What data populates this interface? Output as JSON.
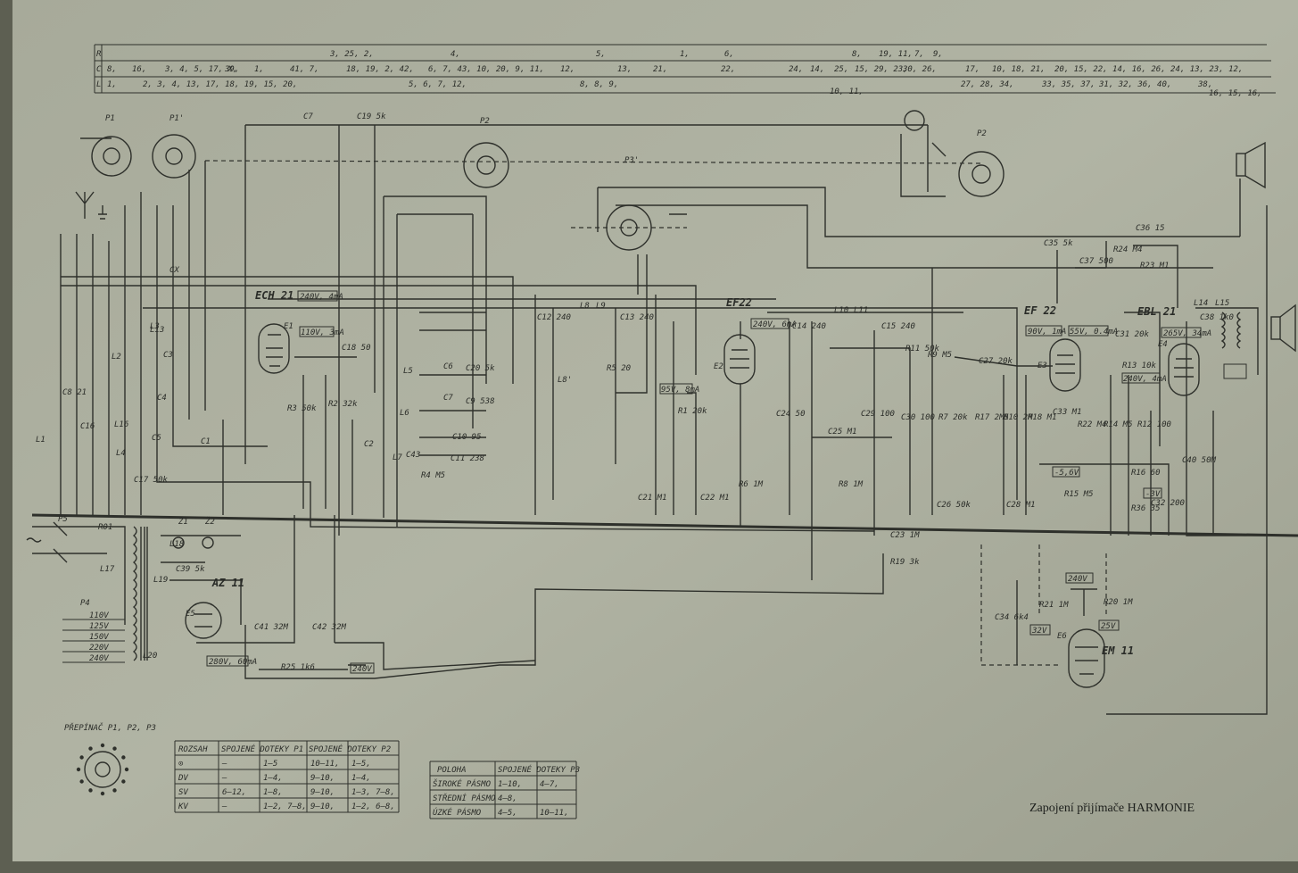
{
  "caption": "Zapojení přijímače HARMONIE",
  "strip": {
    "row_labels": [
      "R",
      "C",
      "L"
    ],
    "rows": [
      [
        "3, 25, 2,",
        "4,",
        "5,",
        "1,",
        "6,",
        "8,",
        "19, 11,",
        "7,",
        "9,"
      ],
      [
        "8,",
        "16,",
        "3, 4, 5, 17, X,",
        "39,",
        "1,",
        "41, 7,",
        "18, 19, 2, 42,",
        "6, 7, 43, 10, 20, 9, 11,",
        "12,",
        "13,",
        "21,",
        "22,",
        "24,",
        "14,",
        "25,",
        "15, 29, 23,",
        "30, 26,",
        "17,",
        "10, 18, 21,",
        "20, 15, 22, 14, 16, 26, 24, 13, 23, 12,"
      ],
      [
        "1,",
        "2, 3, 4, 13, 17, 18, 19, 15, 20,",
        "5, 6, 7, 12,",
        "8, 8, 9,",
        "10, 11,",
        "27, 28, 34,",
        "33, 35, 37,",
        "31, 32, 36, 40,",
        "38,",
        "16, 15, 16,"
      ]
    ]
  },
  "tubes": [
    {
      "name": "ECH 21",
      "rating": "240V, 4mA"
    },
    {
      "name": "EF22",
      "rating": "240V, 6mA"
    },
    {
      "name": "EF 22",
      "rating": "90V, 1mA"
    },
    {
      "name": "EBL 21",
      "rating": "265V, 34mA"
    },
    {
      "name": "AZ 11",
      "rating": "280V, 60mA"
    },
    {
      "name": "EM 11",
      "rating": "240V"
    }
  ],
  "voltage_tags": [
    "110V, 3mA",
    "95V, 8mA",
    "55V, 0.4mA",
    "240V, 4mA",
    "-5,6V",
    "-3V",
    "32V",
    "25V",
    "240V"
  ],
  "switches": [
    "P1",
    "P1'",
    "P2",
    "P3'",
    "P2",
    "P4",
    "P5"
  ],
  "components": {
    "capacitors": [
      "C7",
      "C19 5k",
      "CX",
      "C3",
      "C4",
      "C5",
      "C8 21",
      "C16",
      "C17 50k",
      "C1",
      "C18 50",
      "C2",
      "C12 240",
      "C13 240",
      "C6",
      "C20 5k",
      "C7",
      "C9 538",
      "C10 95",
      "C11 238",
      "C43",
      "C14 240",
      "C15 240",
      "C24 50",
      "C25 M1",
      "C29 100",
      "C30 100",
      "C27 20k",
      "C21 M1",
      "C22 M1",
      "C23 1M",
      "C26 50k",
      "C28 M1",
      "C33 M1",
      "C35 5k",
      "C37 500",
      "C36 15",
      "C31 20k",
      "C38 1k0",
      "C40 50M",
      "C32 200",
      "C34 6k4",
      "C39 5k",
      "C41 32M",
      "C42 32M"
    ],
    "resistors": [
      "R1 20k",
      "R2 32k",
      "R3 50k",
      "R4 M5",
      "R5 20",
      "R6 1M",
      "R8 1M",
      "R7 20k",
      "R9 M5",
      "R10 2M",
      "R11 50k",
      "R12 100",
      "R13 10k",
      "R14 M5",
      "R15 M5",
      "R16 60",
      "R17 2M5",
      "R18 M1",
      "R19 3k",
      "R20 1M",
      "R21 1M",
      "R22 M4",
      "R23 M1",
      "R24 M4",
      "R25 1k6",
      "R36 35",
      "R01"
    ],
    "coils": [
      "L1",
      "L2",
      "L3",
      "L4",
      "L5",
      "L6",
      "L7",
      "L8",
      "L9",
      "L8'",
      "L10",
      "L11",
      "L13",
      "L14",
      "L15",
      "L16",
      "L17",
      "L18",
      "L19",
      "L20",
      "E1",
      "E2",
      "E3",
      "E4",
      "E5",
      "E6",
      "Ž1",
      "Ž2"
    ],
    "mains_taps": [
      "110V",
      "125V",
      "150V",
      "220V",
      "240V"
    ]
  },
  "selector_title": "PŘEPÍNAČ P1, P2, P3",
  "table1": {
    "headers": [
      "ROZSAH",
      "SPOJENÉ DOTEKY P1",
      "SPOJENÉ DOTEKY P2"
    ],
    "rows": [
      [
        "⊙",
        "—",
        "1—5",
        "10—11,",
        "1—5,"
      ],
      [
        "DV",
        "—",
        "1—4,",
        "9—10,",
        "1—4,"
      ],
      [
        "SV",
        "6—12,",
        "1—8,",
        "9—10,",
        "1—3, 7—8,"
      ],
      [
        "KV",
        "—",
        "1—2, 7—8,",
        "9—10,",
        "1—2, 6—8,"
      ]
    ]
  },
  "table2": {
    "headers": [
      "POLOHA",
      "SPOJENÉ DOTEKY P3"
    ],
    "rows": [
      [
        "ŠIROKÉ PÁSMO",
        "1—10,",
        "4—7,"
      ],
      [
        "STŘEDNÍ PÁSMO",
        "4—8,",
        ""
      ],
      [
        "ÚZKÉ PÁSMO",
        "4—5,",
        "10—11,"
      ]
    ]
  }
}
